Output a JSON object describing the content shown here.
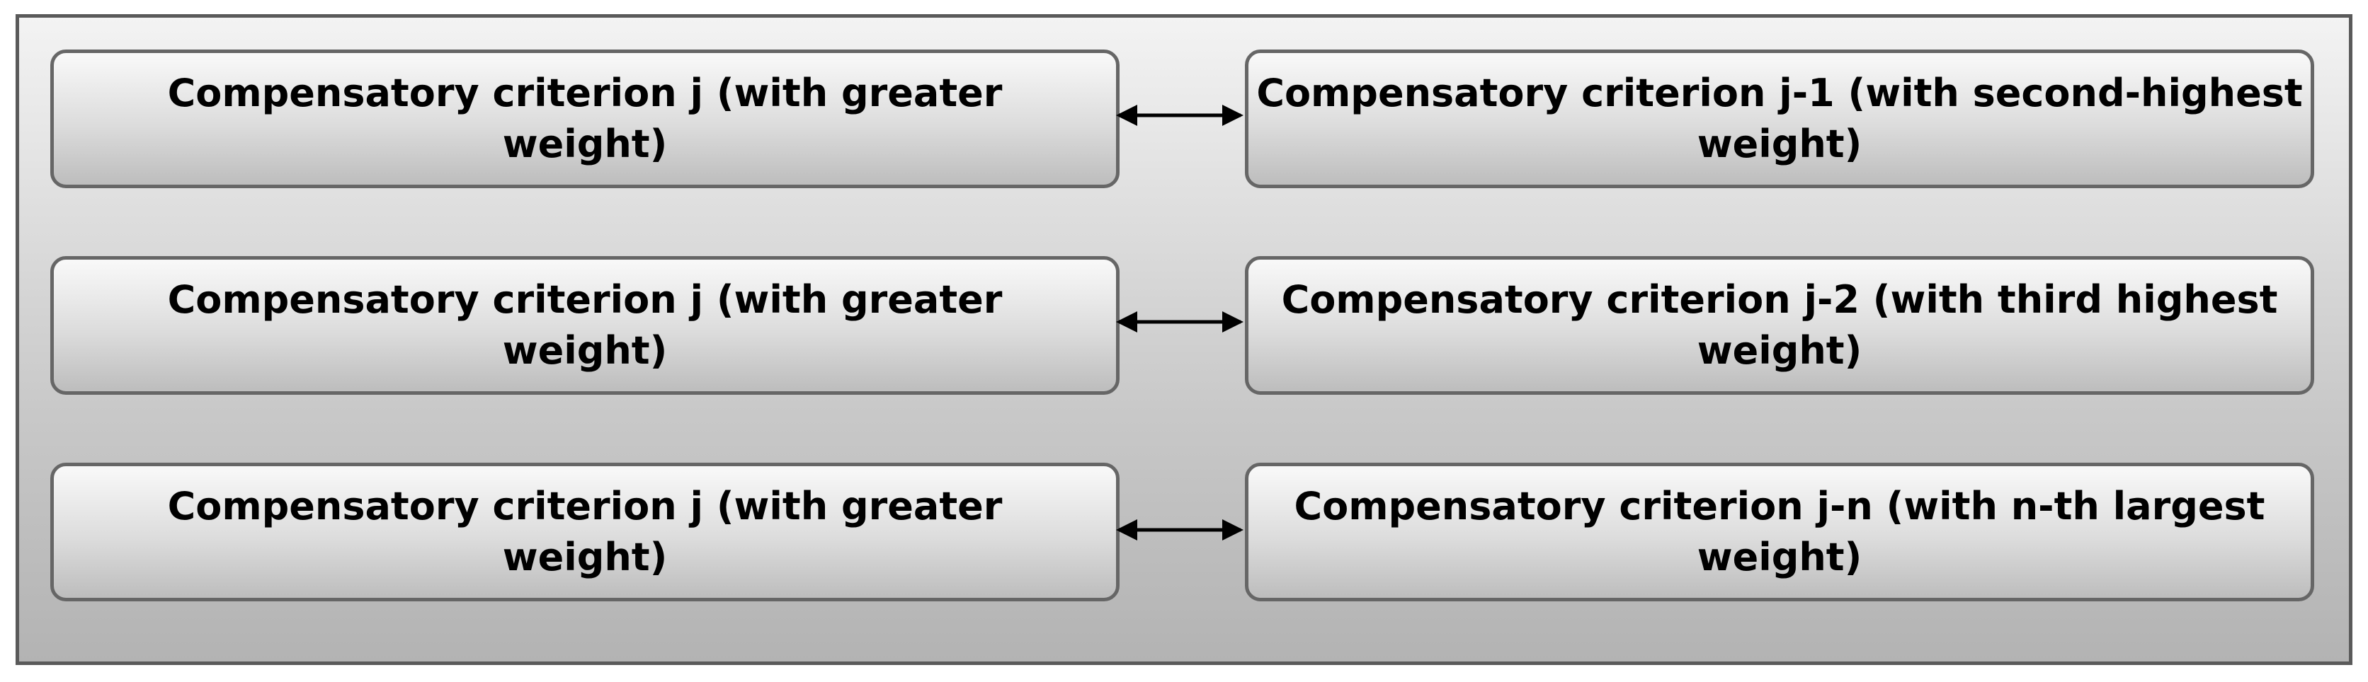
{
  "diagram": {
    "rows": [
      {
        "left": "Compensatory criterion j (with greater weight)",
        "right": "Compensatory criterion j-1 (with second-highest weight)"
      },
      {
        "left": "Compensatory criterion j (with greater weight)",
        "right": "Compensatory criterion j-2 (with third highest weight)"
      },
      {
        "left": "Compensatory criterion j (with greater weight)",
        "right": "Compensatory criterion j-n (with n-th largest weight)"
      }
    ],
    "colors": {
      "border": "#666666",
      "frame_border": "#5a5a5a",
      "arrow": "#000000",
      "text": "#000000"
    }
  }
}
